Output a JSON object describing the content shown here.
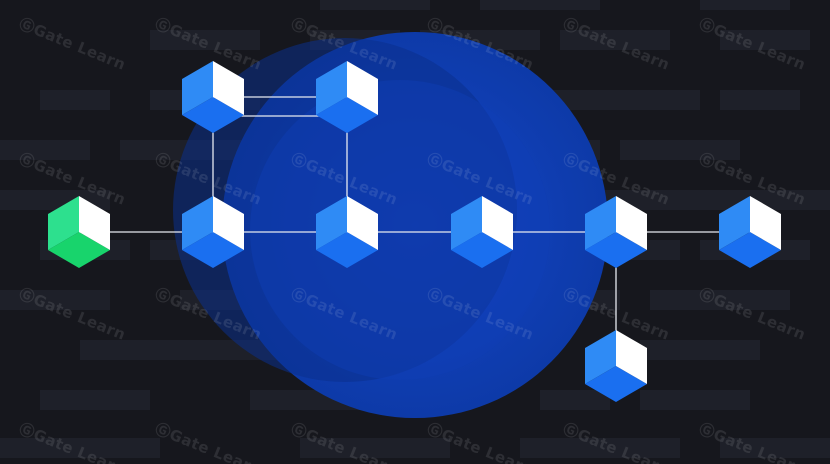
{
  "watermark": {
    "text": "Gate Learn",
    "logo_icon": "gate-logo-icon",
    "color": "#ffffff"
  },
  "palette": {
    "background": "#16171d",
    "block_stripe": "#1e2029",
    "orb_outer": "#0b3a9a",
    "orb_inner": "#1247c8",
    "link_line": "#e6e9f0",
    "cube_blue_top": "#2f8bf5",
    "cube_blue_left": "#1a6ff0",
    "cube_blue_right": "#ffffff",
    "cube_green_top": "#2de08e",
    "cube_green_left": "#18d46c",
    "cube_green_right": "#ffffff"
  },
  "network": {
    "nodes": [
      {
        "id": "genesis",
        "kind": "green"
      },
      {
        "id": "chain-2",
        "kind": "blue"
      },
      {
        "id": "chain-3",
        "kind": "blue"
      },
      {
        "id": "chain-4",
        "kind": "blue"
      },
      {
        "id": "chain-5",
        "kind": "blue"
      },
      {
        "id": "chain-6",
        "kind": "blue"
      },
      {
        "id": "fork-top-1",
        "kind": "blue"
      },
      {
        "id": "fork-top-2",
        "kind": "blue"
      },
      {
        "id": "fork-down-1",
        "kind": "blue"
      }
    ],
    "links": [
      [
        "genesis",
        "chain-2"
      ],
      [
        "chain-2",
        "chain-3"
      ],
      [
        "chain-3",
        "chain-4"
      ],
      [
        "chain-4",
        "chain-5"
      ],
      [
        "chain-5",
        "chain-6"
      ],
      [
        "chain-2",
        "fork-top-1"
      ],
      [
        "fork-top-1",
        "fork-top-2"
      ],
      [
        "fork-top-2",
        "chain-3"
      ],
      [
        "chain-5",
        "fork-down-1"
      ]
    ]
  }
}
